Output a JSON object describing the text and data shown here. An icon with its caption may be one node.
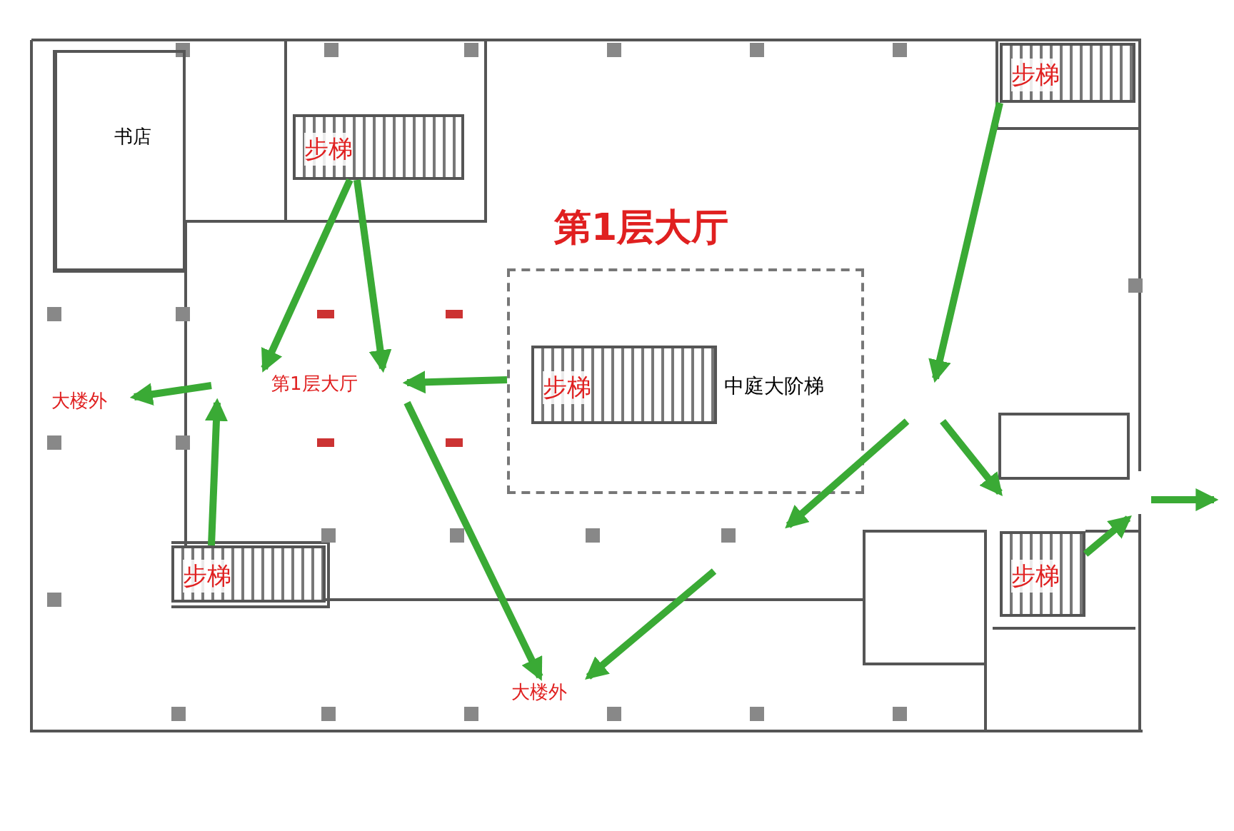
{
  "diagram": {
    "title": "第1层大厅",
    "nodes": [
      {
        "text": [
          "书店"
        ]
      },
      {
        "text": [
          "步梯"
        ]
      },
      {
        "text": [
          "步梯"
        ]
      },
      {
        "text": [
          "第1层大厅"
        ]
      },
      {
        "text": [
          "大楼外"
        ]
      },
      {
        "text": [
          "中庭大阶梯"
        ]
      },
      {
        "text": [
          "步梯"
        ],
        "in": 5
      },
      {
        "text": [
          "步梯"
        ]
      },
      {
        "text": [
          "大楼外"
        ]
      },
      {
        "text": [
          "步梯"
        ]
      }
    ],
    "edges": [
      {
        "from": 1,
        "to": 3,
        "arrow": "to"
      },
      {
        "from": 1,
        "to": 3,
        "arrow": "to"
      },
      {
        "from": 5,
        "to": 3,
        "arrow": "to"
      },
      {
        "from": 3,
        "to": 4,
        "arrow": "to"
      },
      {
        "from": 7,
        "to": 3,
        "arrow": "to"
      },
      {
        "from": 3,
        "to": 8,
        "arrow": "to"
      },
      {
        "from": null,
        "to": 8,
        "arrow": "to"
      },
      {
        "from": 2,
        "to": null,
        "arrow": "to"
      },
      {
        "from": 9,
        "to": null,
        "arrow": "to"
      }
    ]
  }
}
